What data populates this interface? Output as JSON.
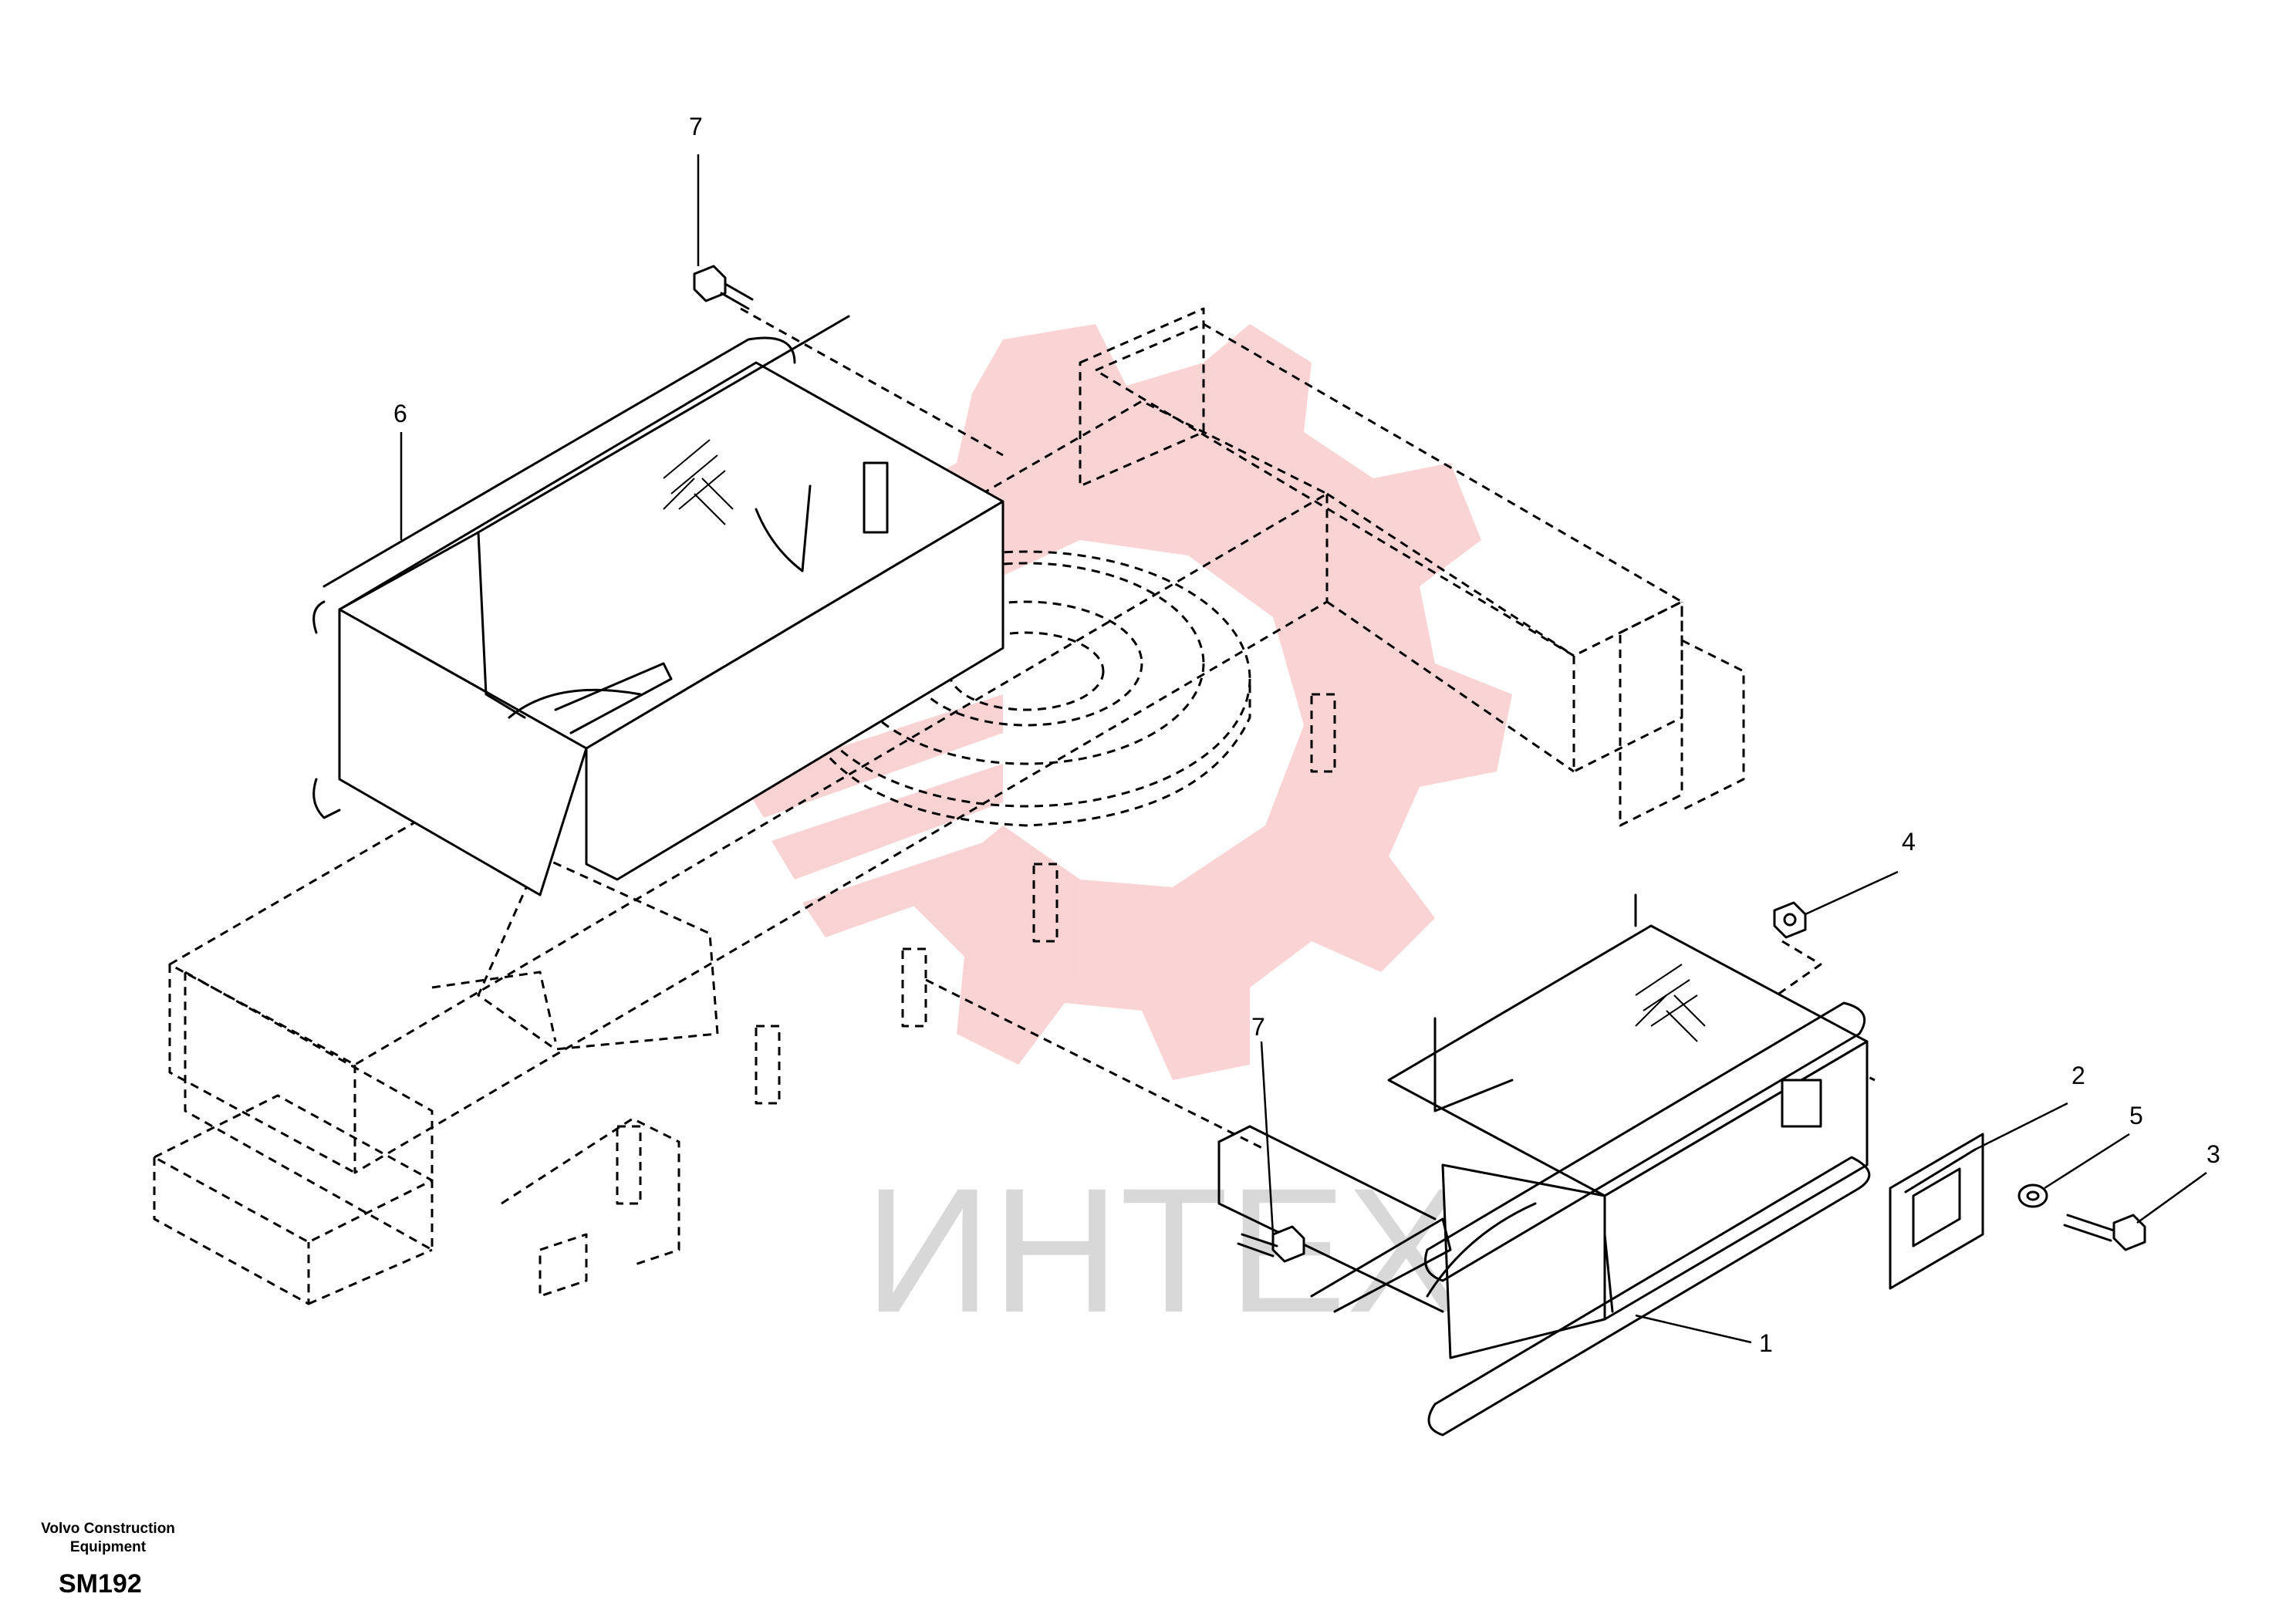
{
  "diagram": {
    "callouts": [
      {
        "id": "c7-top",
        "text": "7"
      },
      {
        "id": "c6",
        "text": "6"
      },
      {
        "id": "c4",
        "text": "4"
      },
      {
        "id": "c7-mid",
        "text": "7"
      },
      {
        "id": "c2",
        "text": "2"
      },
      {
        "id": "c5",
        "text": "5"
      },
      {
        "id": "c3",
        "text": "3"
      },
      {
        "id": "c1",
        "text": "1"
      }
    ]
  },
  "watermark": {
    "text": "ИНТЕХ",
    "gear_color": "#f5b0b0",
    "text_color": "#d8d8d8"
  },
  "footer": {
    "company_line1": "Volvo Construction",
    "company_line2": "Equipment",
    "code": "SM192"
  }
}
